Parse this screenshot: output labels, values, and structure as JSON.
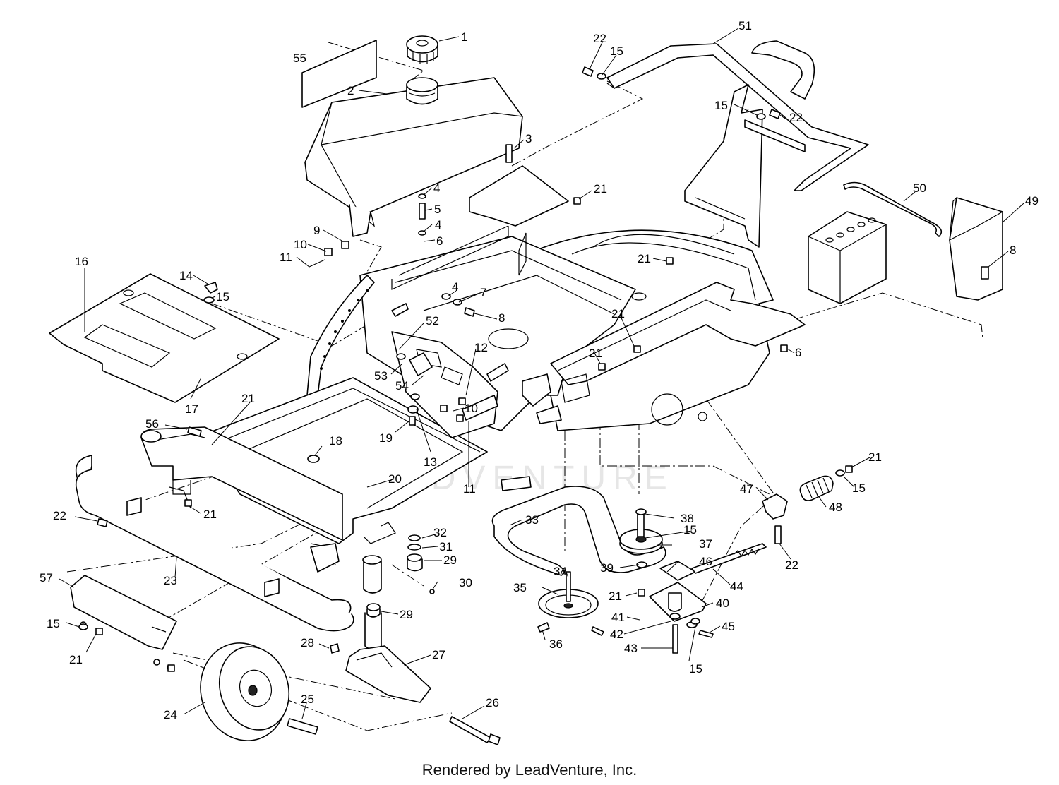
{
  "footer_text": "Rendered by LeadVenture, Inc.",
  "watermark_text": "LEADVENTURE",
  "callouts": [
    {
      "id": "c1",
      "label": "1"
    },
    {
      "id": "c2",
      "label": "2"
    },
    {
      "id": "c3",
      "label": "3"
    },
    {
      "id": "c4a",
      "label": "4"
    },
    {
      "id": "c4b",
      "label": "4"
    },
    {
      "id": "c4c",
      "label": "4"
    },
    {
      "id": "c5",
      "label": "5"
    },
    {
      "id": "c6a",
      "label": "6"
    },
    {
      "id": "c6b",
      "label": "6"
    },
    {
      "id": "c7",
      "label": "7"
    },
    {
      "id": "c8a",
      "label": "8"
    },
    {
      "id": "c8b",
      "label": "8"
    },
    {
      "id": "c9",
      "label": "9"
    },
    {
      "id": "c10a",
      "label": "10"
    },
    {
      "id": "c10b",
      "label": "10"
    },
    {
      "id": "c11a",
      "label": "11"
    },
    {
      "id": "c11b",
      "label": "11"
    },
    {
      "id": "c12",
      "label": "12"
    },
    {
      "id": "c13",
      "label": "13"
    },
    {
      "id": "c14",
      "label": "14"
    },
    {
      "id": "c15a",
      "label": "15"
    },
    {
      "id": "c15b",
      "label": "15"
    },
    {
      "id": "c15c",
      "label": "15"
    },
    {
      "id": "c15d",
      "label": "15"
    },
    {
      "id": "c15e",
      "label": "15"
    },
    {
      "id": "c15f",
      "label": "15"
    },
    {
      "id": "c15g",
      "label": "15"
    },
    {
      "id": "c16",
      "label": "16"
    },
    {
      "id": "c17",
      "label": "17"
    },
    {
      "id": "c18",
      "label": "18"
    },
    {
      "id": "c19",
      "label": "19"
    },
    {
      "id": "c20",
      "label": "20"
    },
    {
      "id": "c21a",
      "label": "21"
    },
    {
      "id": "c21b",
      "label": "21"
    },
    {
      "id": "c21c",
      "label": "21"
    },
    {
      "id": "c21d",
      "label": "21"
    },
    {
      "id": "c21e",
      "label": "21"
    },
    {
      "id": "c21f",
      "label": "21"
    },
    {
      "id": "c21g",
      "label": "21"
    },
    {
      "id": "c21h",
      "label": "21"
    },
    {
      "id": "c21i",
      "label": "21"
    },
    {
      "id": "c22a",
      "label": "22"
    },
    {
      "id": "c22b",
      "label": "22"
    },
    {
      "id": "c22c",
      "label": "22"
    },
    {
      "id": "c22d",
      "label": "22"
    },
    {
      "id": "c23",
      "label": "23"
    },
    {
      "id": "c24",
      "label": "24"
    },
    {
      "id": "c25",
      "label": "25"
    },
    {
      "id": "c26",
      "label": "26"
    },
    {
      "id": "c27",
      "label": "27"
    },
    {
      "id": "c28",
      "label": "28"
    },
    {
      "id": "c29a",
      "label": "29"
    },
    {
      "id": "c29b",
      "label": "29"
    },
    {
      "id": "c30",
      "label": "30"
    },
    {
      "id": "c31",
      "label": "31"
    },
    {
      "id": "c32",
      "label": "32"
    },
    {
      "id": "c33",
      "label": "33"
    },
    {
      "id": "c34",
      "label": "34"
    },
    {
      "id": "c35",
      "label": "35"
    },
    {
      "id": "c36",
      "label": "36"
    },
    {
      "id": "c37",
      "label": "37"
    },
    {
      "id": "c38",
      "label": "38"
    },
    {
      "id": "c39",
      "label": "39"
    },
    {
      "id": "c40",
      "label": "40"
    },
    {
      "id": "c41",
      "label": "41"
    },
    {
      "id": "c42",
      "label": "42"
    },
    {
      "id": "c43",
      "label": "43"
    },
    {
      "id": "c44",
      "label": "44"
    },
    {
      "id": "c45",
      "label": "45"
    },
    {
      "id": "c46",
      "label": "46"
    },
    {
      "id": "c47",
      "label": "47"
    },
    {
      "id": "c48",
      "label": "48"
    },
    {
      "id": "c49",
      "label": "49"
    },
    {
      "id": "c50",
      "label": "50"
    },
    {
      "id": "c51",
      "label": "51"
    },
    {
      "id": "c52",
      "label": "52"
    },
    {
      "id": "c53",
      "label": "53"
    },
    {
      "id": "c54",
      "label": "54"
    },
    {
      "id": "c55",
      "label": "55"
    },
    {
      "id": "c56",
      "label": "56"
    },
    {
      "id": "c57",
      "label": "57"
    }
  ]
}
